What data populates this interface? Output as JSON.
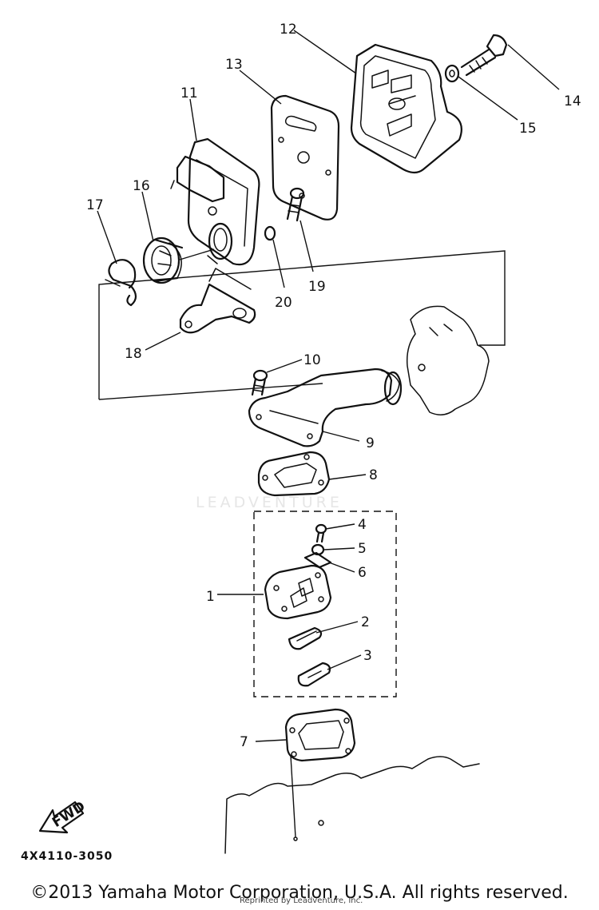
{
  "callouts": [
    "1",
    "2",
    "3",
    "4",
    "5",
    "6",
    "7",
    "8",
    "9",
    "10",
    "11",
    "12",
    "13",
    "14",
    "15",
    "16",
    "17",
    "18",
    "19",
    "20"
  ],
  "diagram_code": "4X4110-3050",
  "fwd_label": "FWD",
  "copyright": "©2013 Yamaha Motor Corporation, U.S.A. All rights reserved.",
  "reprint_note": "Reprinted by Leadventure, Inc.",
  "watermark": "LEADVENTURE"
}
